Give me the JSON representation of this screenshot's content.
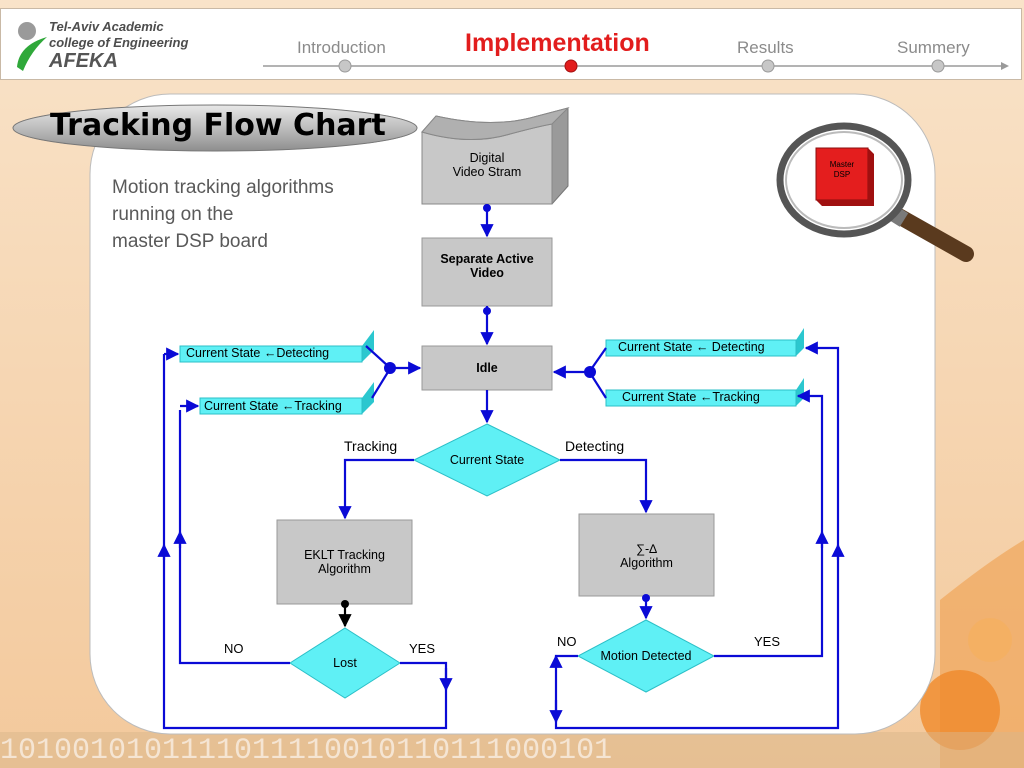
{
  "logo": {
    "line1": "Tel-Aviv Academic",
    "line2": "college of Engineering",
    "brand": "AFEKA"
  },
  "nav": {
    "items": [
      "Introduction",
      "Implementation",
      "Results",
      "Summery"
    ],
    "active_index": 1
  },
  "slide": {
    "title": "Tracking Flow Chart",
    "intro_lines": [
      "Motion tracking algorithms",
      "running  on the",
      "master DSP board"
    ]
  },
  "flow": {
    "stream": [
      "Digital",
      "Video Stram"
    ],
    "separate": [
      "Separate Active",
      "Video"
    ],
    "idle": "Idle",
    "current_state": "Current State",
    "tracking_branch": "Tracking",
    "detecting_branch": "Detecting",
    "eklt": [
      "EKLT Tracking",
      "Algorithm"
    ],
    "sigma_delta": [
      "∑-∆",
      "Algorithm"
    ],
    "lost": "Lost",
    "motion_detected": "Motion Detected",
    "no": "NO",
    "yes": "YES",
    "state_detecting": "Current State ←Detecting",
    "state_tracking": "Current State ←Tracking",
    "state_detecting_right": "Current State ←  Detecting",
    "state_tracking_right": "Current State ←Tracking"
  },
  "magnifier": {
    "label": [
      "Master",
      "DSP"
    ]
  },
  "colors": {
    "accent_red": "#e21d1d",
    "flow_blue": "#0a0ad6",
    "box_gray": "#c8c8c8",
    "decision_cyan": "#5ff0f5"
  }
}
